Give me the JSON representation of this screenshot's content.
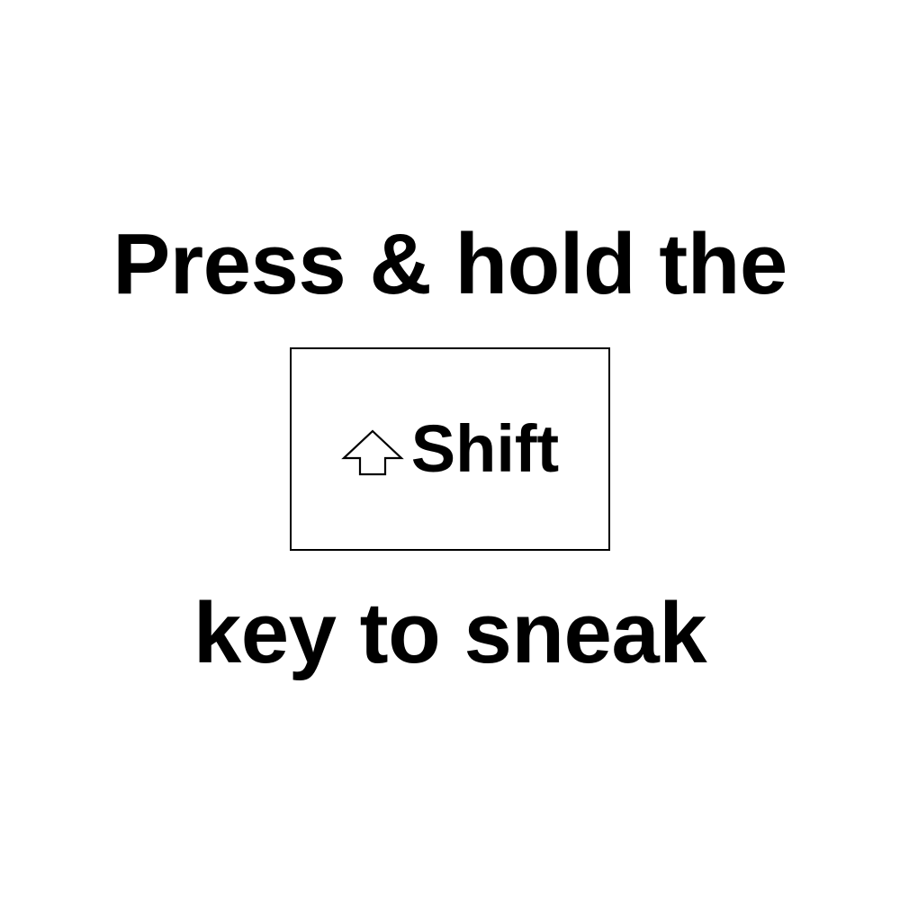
{
  "instruction": {
    "line1": "Press & hold the",
    "line2": "key to sneak"
  },
  "key": {
    "label": "Shift",
    "icon": "shift-arrow-icon"
  },
  "colors": {
    "background": "#ffffff",
    "text": "#000000",
    "border": "#000000"
  }
}
